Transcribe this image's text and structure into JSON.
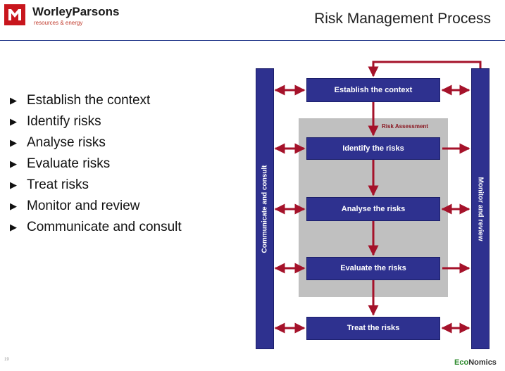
{
  "header": {
    "brand": "WorleyParsons",
    "tagline": "resources & energy",
    "title": "Risk Management Process"
  },
  "bullets": [
    "Establish the context",
    "Identify  risks",
    "Analyse risks",
    "Evaluate  risks",
    "Treat risks",
    "Monitor and review",
    "Communicate and consult"
  ],
  "diagram": {
    "left_bar": "Communicate and consult",
    "right_bar": "Monitor and review",
    "assessment_label": "Risk  Assessment",
    "steps": [
      "Establish the context",
      "Identify the risks",
      "Analyse the risks",
      "Evaluate the risks",
      "Treat the risks"
    ]
  },
  "footer": {
    "page": "19",
    "logo_prefix": "Eco",
    "logo_suffix": "Nomics"
  },
  "colors": {
    "box": "#2e318f",
    "arrow": "#a5122a",
    "assessment_bg": "#c0c0c0",
    "brand_red": "#c8161d"
  }
}
